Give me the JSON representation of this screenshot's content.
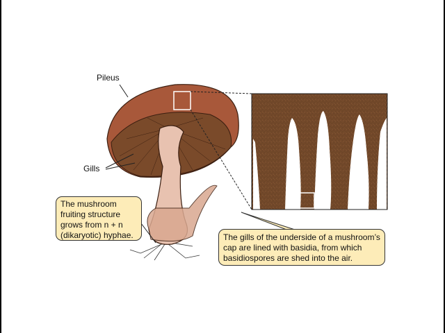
{
  "labels": {
    "pileus": "Pileus",
    "gills": "Gills"
  },
  "callouts": {
    "left": [
      "The mushroom",
      "fruiting structure",
      "grows from n + n",
      "(dikaryotic) hyphae."
    ],
    "right": [
      "The gills of the underside of a mushroom’s",
      "cap are lined with basidia, from which",
      "basidiospores are shed into the air."
    ]
  },
  "colors": {
    "cap": "#a8583a",
    "gill": "#7a4a2a",
    "stem": "#e8c2b0",
    "callout": "#fdecb8"
  }
}
